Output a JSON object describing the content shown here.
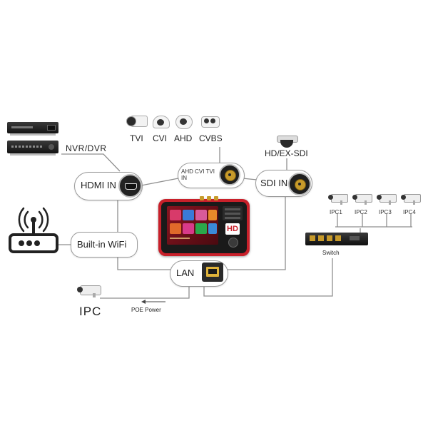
{
  "cameras_top": {
    "tvi": "TVI",
    "cvi": "CVI",
    "ahd": "AHD",
    "cvbs": "CVBS",
    "hd_ex_sdi": "HD/EX-SDI"
  },
  "labels": {
    "nvr_dvr": "NVR/DVR",
    "hdmi_in": "HDMI IN",
    "analog_in": "AHD CVI TVI IN",
    "sdi_in": "SDI IN",
    "builtin_wifi": "Built-in WiFi",
    "lan": "LAN",
    "switch": "Switch",
    "ipc": "IPC",
    "poe_power": "POE Power"
  },
  "ipc_list": [
    "IPC1",
    "IPC2",
    "IPC3",
    "IPC4"
  ],
  "tester_screen": {
    "badge": "HD"
  },
  "colors": {
    "line": "#8f8f8f",
    "tester_body": "#c8202a",
    "screen": "#7a0f1a",
    "bnc": "#c79a2a"
  }
}
